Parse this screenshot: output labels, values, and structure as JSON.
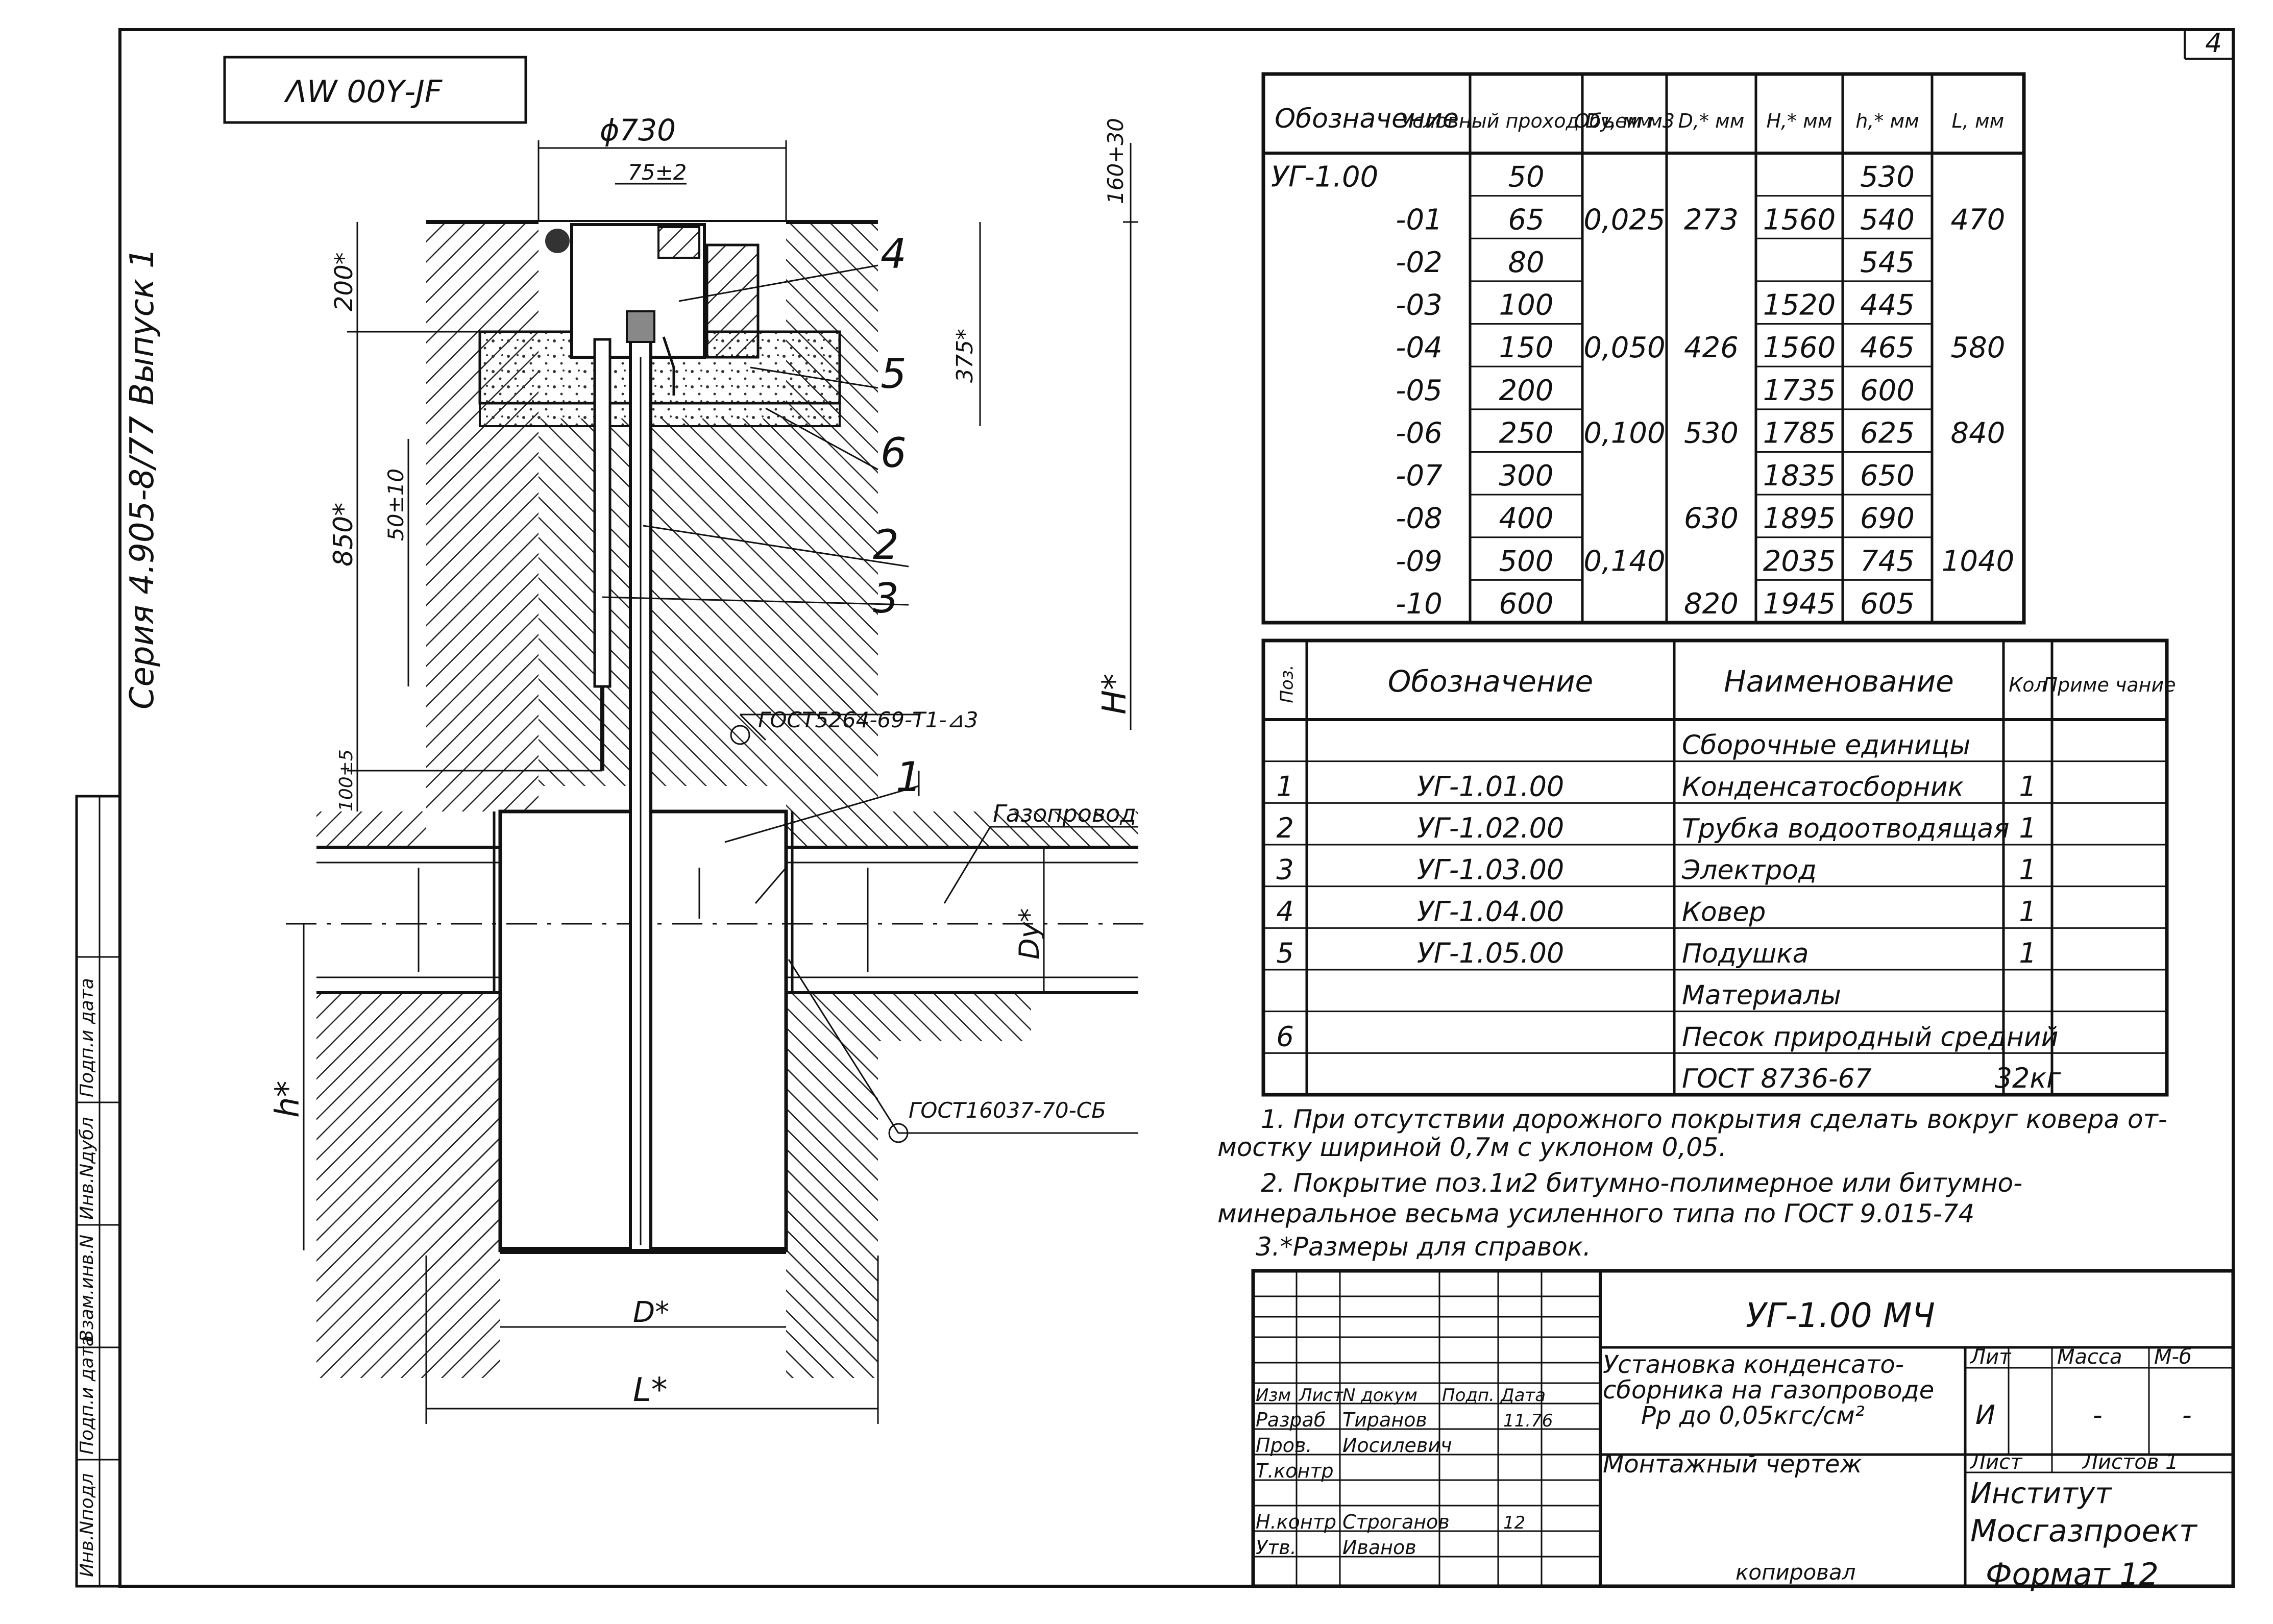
{
  "sheet": {
    "page_number": "4",
    "stamp": "ΛW 00Υ-JF",
    "series": "Серия 4.905-8/77 Выпуск 1",
    "format": "Формат 12",
    "copied": "копировал"
  },
  "side_strip": [
    "Инв.Nподл",
    "Подп.и дата",
    "Взам.инв.N",
    "Инв.Nдубл",
    "Подп.и дата"
  ],
  "drawing": {
    "dim_d730": "ϕ730",
    "dim_75": "75±2",
    "dim_160": "160+30",
    "dim_200": "200*",
    "dim_375": "375*",
    "dim_850": "850*",
    "dim_50": "50±10",
    "dim_100": "100±5",
    "dim_H": "H*",
    "dim_h": "h*",
    "dim_Dy": "Dy*",
    "dim_D": "D*",
    "dim_L": "L*",
    "callouts": [
      "4",
      "5",
      "6",
      "2",
      "3",
      "1"
    ],
    "weld1": "ГОСТ5264-69-Т1-⊿3",
    "weld2": "ГОСТ16037-70-СБ",
    "gas_pipe": "Газопровод"
  },
  "dim_table": {
    "headers": [
      "Обозначение",
      "Условный проход Dy, мм",
      "Объем м3",
      "D,* мм",
      "H,* мм",
      "h,* мм",
      "L, мм"
    ],
    "rows": [
      [
        "УГ-1.00",
        "50",
        "",
        "",
        "",
        "530",
        ""
      ],
      [
        "-01",
        "65",
        "0,025",
        "273",
        "1560",
        "540",
        "470"
      ],
      [
        "-02",
        "80",
        "",
        "",
        "",
        "545",
        ""
      ],
      [
        "-03",
        "100",
        "",
        "",
        "1520",
        "445",
        ""
      ],
      [
        "-04",
        "150",
        "0,050",
        "426",
        "1560",
        "465",
        "580"
      ],
      [
        "-05",
        "200",
        "",
        "",
        "1735",
        "600",
        ""
      ],
      [
        "-06",
        "250",
        "0,100",
        "530",
        "1785",
        "625",
        "840"
      ],
      [
        "-07",
        "300",
        "",
        "",
        "1835",
        "650",
        ""
      ],
      [
        "-08",
        "400",
        "",
        "630",
        "1895",
        "690",
        ""
      ],
      [
        "-09",
        "500",
        "0,140",
        "",
        "2035",
        "745",
        "1040"
      ],
      [
        "-10",
        "600",
        "",
        "820",
        "1945",
        "605",
        ""
      ]
    ]
  },
  "spec_table": {
    "headers": [
      "Поз.",
      "Обозначение",
      "Наименование",
      "Кол",
      "Приме чание"
    ],
    "rows": [
      [
        "",
        "",
        "Сборочные единицы",
        "",
        ""
      ],
      [
        "1",
        "УГ-1.01.00",
        "Конденсатосборник",
        "1",
        ""
      ],
      [
        "2",
        "УГ-1.02.00",
        "Трубка водоотводящая",
        "1",
        ""
      ],
      [
        "3",
        "УГ-1.03.00",
        "Электрод",
        "1",
        ""
      ],
      [
        "4",
        "УГ-1.04.00",
        "Ковер",
        "1",
        ""
      ],
      [
        "5",
        "УГ-1.05.00",
        "Подушка",
        "1",
        ""
      ],
      [
        "",
        "",
        "Материалы",
        "",
        ""
      ],
      [
        "6",
        "",
        "Песок природный средний",
        "",
        ""
      ],
      [
        "",
        "",
        "ГОСТ 8736-67",
        "32кг",
        ""
      ]
    ]
  },
  "notes": [
    "1. При отсутствии дорожного покрытия сделать вокруг ковера от-",
    "мостку шириной 0,7м с уклоном 0,05.",
    "2. Покрытие поз.1и2 битумно-полимерное или битумно-",
    "минеральное весьма усиленного типа по ГОСТ 9.015-74",
    "3.*Размеры для справок."
  ],
  "title_block": {
    "code": "УГ-1.00 МЧ",
    "name": [
      "Установка конденсато-",
      "сборника на газопроводе",
      "Рр до 0,05кгс/см²"
    ],
    "doc_type": "Монтажный чертеж",
    "hdr": [
      "Изм",
      "Лист",
      "N докум",
      "Подп.",
      "Дата"
    ],
    "roles": [
      "Разраб",
      "Пров.",
      "Т.контр",
      "",
      "Н.контр",
      "Утв."
    ],
    "people": [
      "Тиранов",
      "Иосилевич",
      "",
      "",
      "Строганов",
      "Иванов"
    ],
    "dates": [
      "11.76",
      "",
      "",
      "",
      "12",
      ""
    ],
    "lit_label": "Лит",
    "lit_value": "И",
    "mass_label": "Масса",
    "mass_value": "-",
    "scale_label": "М-б",
    "scale_value": "-",
    "sheet_label": "Лист",
    "sheets_label": "Листов 1",
    "org": [
      "Институт",
      "Мосгазпроект"
    ]
  }
}
